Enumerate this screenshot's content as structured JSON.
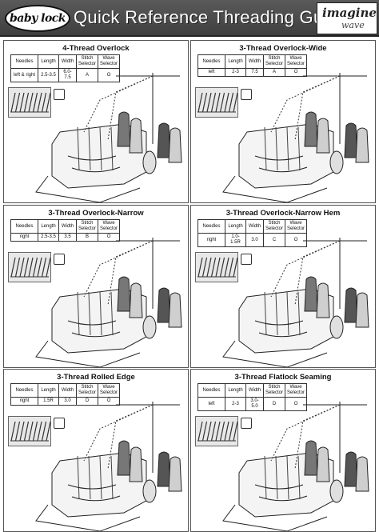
{
  "header": {
    "brand": "baby lock",
    "title": "Quick Reference Threading Guide",
    "product_line_1": "imagine",
    "product_line_2": "wave"
  },
  "table_headers": {
    "needles": "Needles",
    "length": "Length",
    "width": "Width",
    "stitch_selector_1": "Stitch",
    "stitch_selector_2": "Selector",
    "wave_selector_1": "Wave",
    "wave_selector_2": "Selector"
  },
  "panels": [
    {
      "title": "4-Thread Overlock",
      "needles": "left & right",
      "length": "2.5-3.5",
      "width": "6.0-7.5",
      "stitch": "A",
      "wave": "O"
    },
    {
      "title": "3-Thread Overlock-Wide",
      "needles": "left",
      "length": "2-3",
      "width": "7.5",
      "stitch": "A",
      "wave": "O"
    },
    {
      "title": "3-Thread Overlock-Narrow",
      "needles": "right",
      "length": "2.5-3.5",
      "width": "3.5",
      "stitch": "B",
      "wave": "O"
    },
    {
      "title": "3-Thread Overlock-Narrow Hem",
      "needles": "right",
      "length": "1.0-1.5R",
      "width": "3.0",
      "stitch": "C",
      "wave": "O"
    },
    {
      "title": "3-Thread Rolled Edge",
      "needles": "right",
      "length": "1.5R",
      "width": "3.0",
      "stitch": "D",
      "wave": "O"
    },
    {
      "title": "3-Thread Flatlock Seaming",
      "needles": "left",
      "length": "2-3",
      "width": "3.0-5.0",
      "stitch": "D",
      "wave": "O"
    }
  ]
}
